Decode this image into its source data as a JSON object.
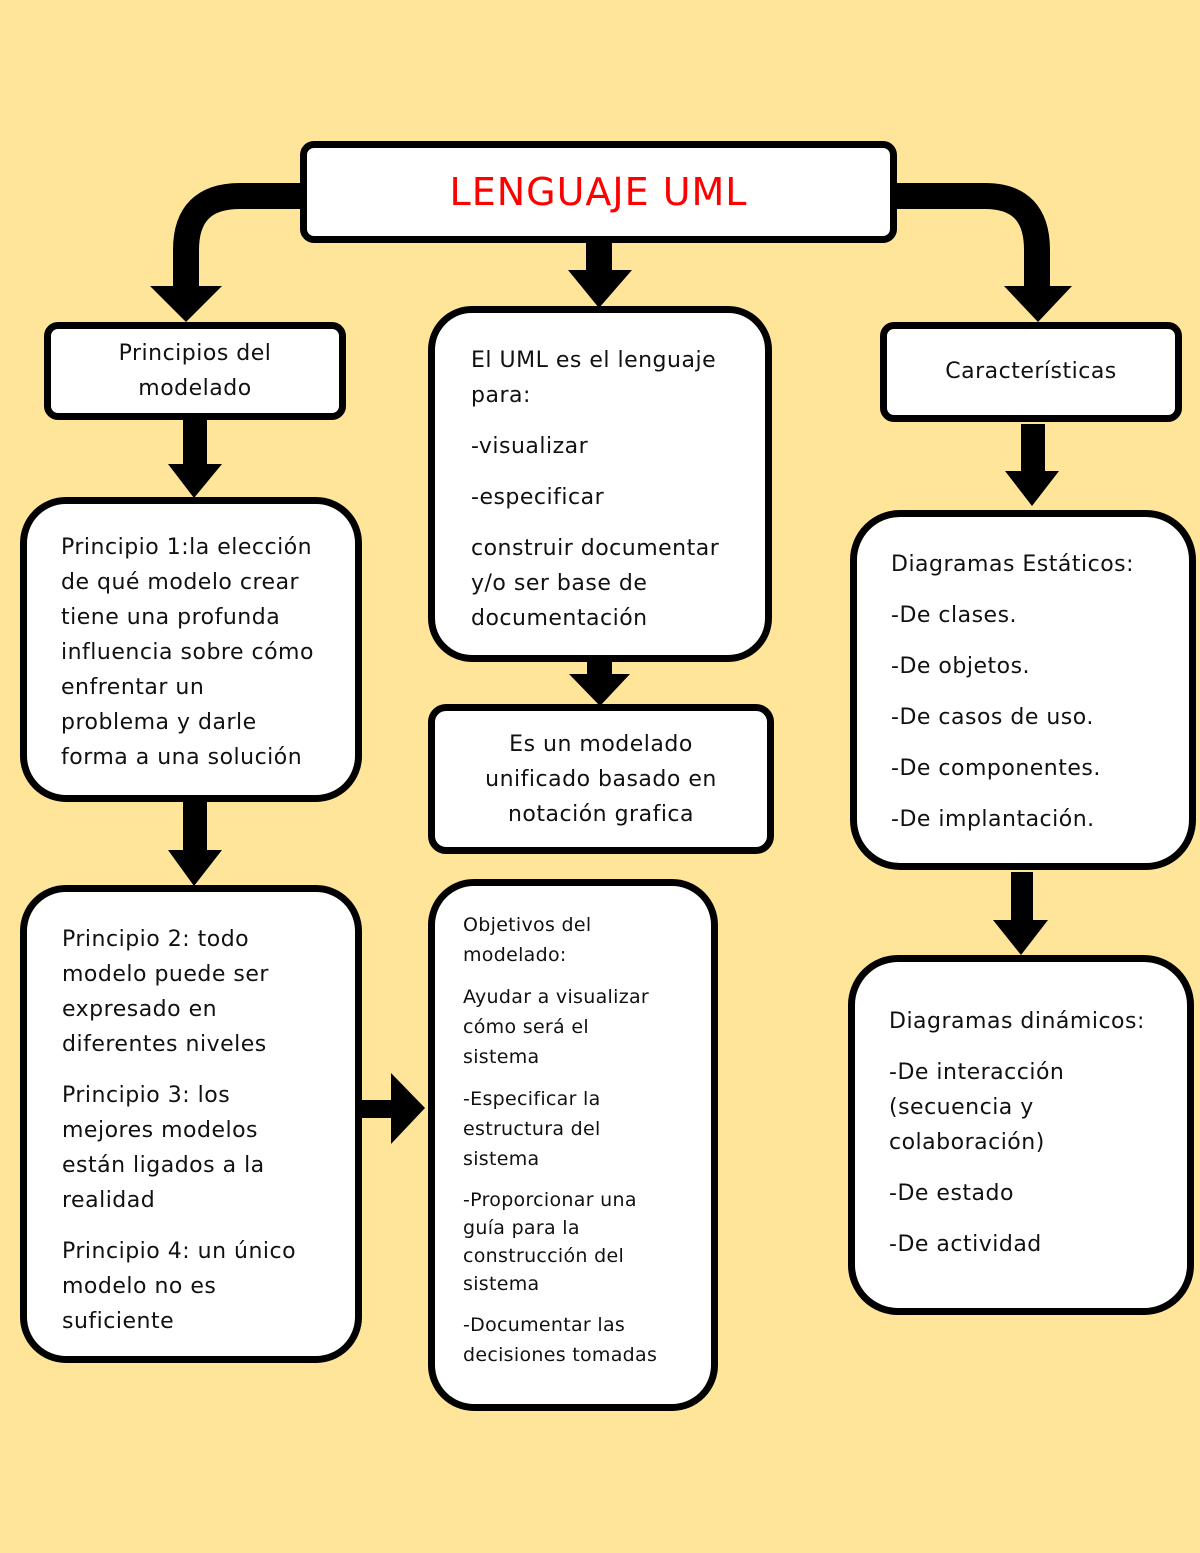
{
  "title": "LENGUAJE UML",
  "colors": {
    "background": "#ffe599",
    "title_text": "#ff0000",
    "box_fill": "#ffffff",
    "border": "#000000"
  },
  "left": {
    "header": [
      "Principios del",
      "modelado"
    ],
    "principle1": [
      "Principio 1:la elección",
      "de qué modelo crear",
      "tiene una profunda",
      "influencia sobre cómo",
      "enfrentar un",
      "problema y darle",
      "forma a una solución"
    ],
    "principles_2_4": [
      [
        "Principio 2: todo",
        "modelo puede ser",
        "expresado en",
        "diferentes niveles"
      ],
      [
        "Principio 3: los",
        "mejores modelos",
        "están ligados a la",
        "realidad"
      ],
      [
        "Principio 4: un único",
        "modelo no es",
        "suficiente"
      ]
    ]
  },
  "center": {
    "purpose": [
      [
        "El UML es el lenguaje",
        "para:"
      ],
      [
        "-visualizar"
      ],
      [
        "-especificar"
      ],
      [
        "construir documentar",
        "y/o ser base de",
        "documentación"
      ]
    ],
    "definition": [
      "Es un modelado",
      "unificado basado en",
      "notación grafica"
    ],
    "objectives": [
      [
        "Objetivos del",
        "modelado:"
      ],
      [
        "Ayudar a visualizar",
        "cómo será el",
        "sistema"
      ],
      [
        "-Especificar la",
        "estructura del",
        "sistema"
      ],
      [
        "-Proporcionar una",
        "guía para la",
        "construcción del",
        "sistema"
      ],
      [
        "-Documentar las",
        "decisiones tomadas"
      ]
    ]
  },
  "right": {
    "header": "Características",
    "static": {
      "title": "Diagramas Estáticos:",
      "items": [
        "-De clases.",
        "-De objetos.",
        "-De casos de uso.",
        "-De componentes.",
        "-De implantación."
      ]
    },
    "dynamic": {
      "title": "Diagramas dinámicos:",
      "items": [
        [
          "-De interacción",
          "(secuencia y",
          "colaboración)"
        ],
        [
          "-De estado"
        ],
        [
          "-De actividad"
        ]
      ]
    }
  }
}
